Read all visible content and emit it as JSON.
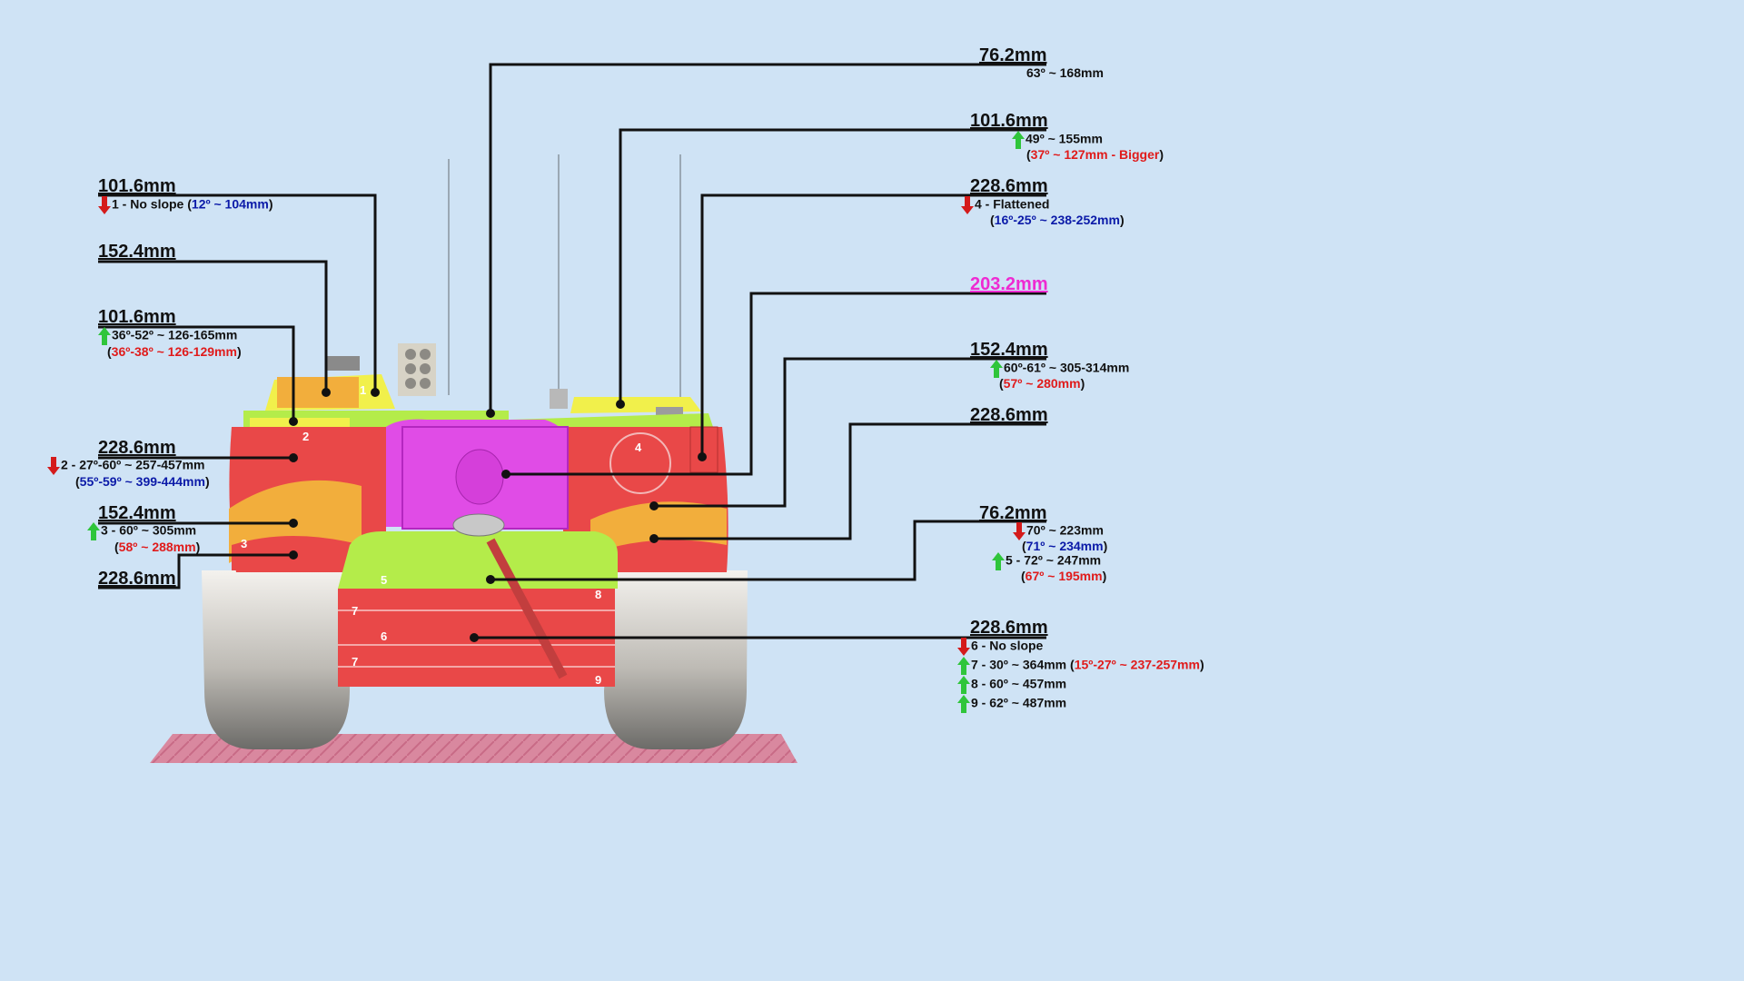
{
  "colors": {
    "background": "#cfe3f5",
    "armor_red": "#e94848",
    "armor_orange": "#f2ae3c",
    "armor_yellow": "#f1f04b",
    "armor_lime": "#b4ec4a",
    "armor_magenta": "#e04ce6",
    "arrow_up": "#2fc53b",
    "arrow_down": "#d41b1b"
  },
  "zone_numbers": [
    "1",
    "2",
    "3",
    "4",
    "5",
    "6",
    "7",
    "7",
    "8",
    "9"
  ],
  "callouts": {
    "left": [
      {
        "thickness": "101.6mm",
        "line1": "1 - No slope (",
        "line1_blue": "12º ~ 104mm",
        "line1_end": ")",
        "arrow": "down-arrow-icon"
      },
      {
        "thickness": "152.4mm"
      },
      {
        "thickness": "101.6mm",
        "line1": "36º-52º ~ 126-165mm",
        "line2_open": "(",
        "line2_red": "36º-38º ~ 126-129mm",
        "line2_close": ")",
        "arrow": "up-arrow-icon"
      },
      {
        "thickness": "228.6mm",
        "line1": "2 - 27º-60º ~ 257-457mm",
        "line2_open": "(",
        "line2_blue": "55º-59º ~ 399-444mm",
        "line2_close": ")",
        "arrow": "down-arrow-icon"
      },
      {
        "thickness": "152.4mm",
        "line1": "3 - 60º ~ 305mm",
        "line2_open": "(",
        "line2_red": "58º ~ 288mm",
        "line2_close": ")",
        "arrow": "up-arrow-icon"
      },
      {
        "thickness": "228.6mm"
      }
    ],
    "right": [
      {
        "thickness": "76.2mm",
        "line1": "63º ~ 168mm"
      },
      {
        "thickness": "101.6mm",
        "line1": "49º ~ 155mm",
        "line2_open": "(",
        "line2_red": "37º ~ 127mm - Bigger",
        "line2_close": ")",
        "arrow": "up-arrow-icon"
      },
      {
        "thickness": "228.6mm",
        "line1": "4 - Flattened",
        "line2_open": "(",
        "line2_blue": "16º-25º ~ 238-252mm",
        "line2_close": ")",
        "arrow": "down-arrow-icon"
      },
      {
        "thickness": "203.2mm"
      },
      {
        "thickness": "152.4mm",
        "line1": "60º-61º ~ 305-314mm",
        "line2_open": "(",
        "line2_red": "57º ~ 280mm",
        "line2_close": ")",
        "arrow": "up-arrow-icon"
      },
      {
        "thickness": "228.6mm"
      },
      {
        "thickness": "76.2mm",
        "line1": "70º ~ 223mm",
        "line2_open": "(",
        "line2_blue": "71º ~ 234mm",
        "line2_close": ")",
        "line3": "5 - 72º ~ 247mm",
        "line4_open": "(",
        "line4_red": "67º ~ 195mm",
        "line4_close": ")"
      },
      {
        "thickness": "228.6mm",
        "line1": "6 - No slope",
        "line2": "7 - 30º ~ 364mm (",
        "line2_red": "15º-27º ~ 237-257mm",
        "line2_close": ")",
        "line3": "8 - 60º ~ 457mm",
        "line4": "9 - 62º ~ 487mm"
      }
    ]
  }
}
